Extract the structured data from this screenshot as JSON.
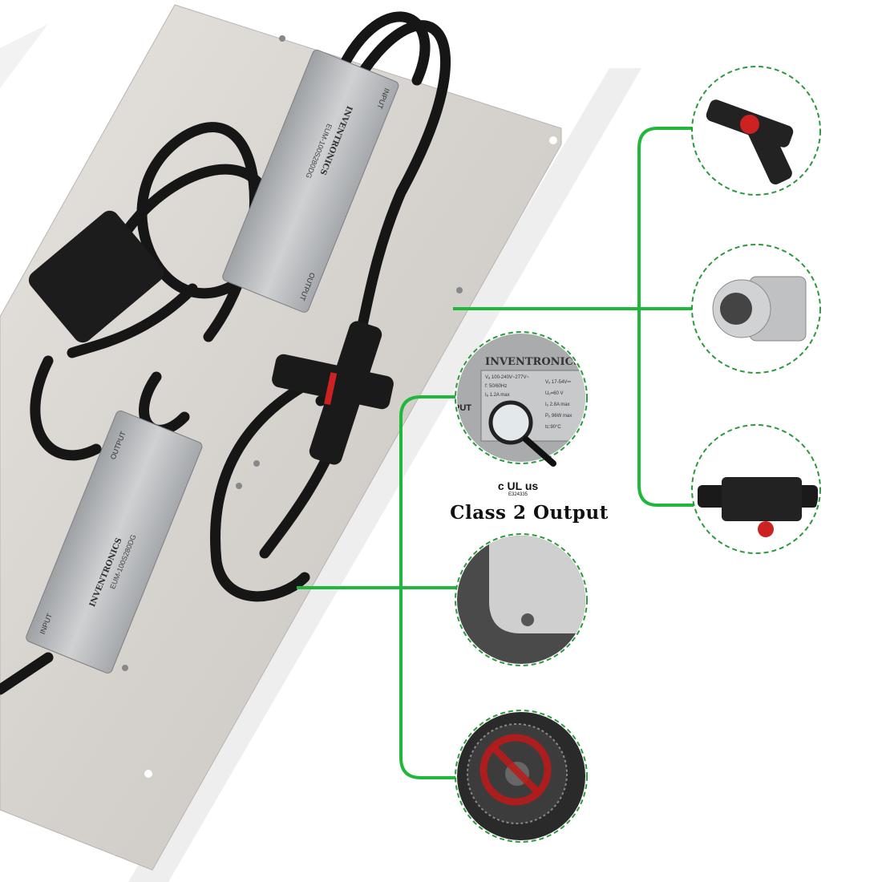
{
  "product": {
    "driver_brand": "INVENTRONICS",
    "driver_model": "EUM-100S280DG",
    "driver_input_label": "INPUT",
    "driver_output_label": "OUTPUT"
  },
  "label_zoom": {
    "brand": "INVENTRONICS®",
    "rows": [
      "Vₐ 100-240V~277V~",
      "f: 50/60Hz",
      "Iₐ 1.2A max",
      "Vₒ 17-54V⎓",
      "Uₒ=60 V",
      "Iₒ 2.8A max",
      "Pₒ 96W max",
      "tc:90°C"
    ],
    "side_label": "PUT"
  },
  "certification": {
    "mark": "c UL us",
    "file_no": "E324335"
  },
  "caption": "Class 2 Output",
  "colors": {
    "connector_line": "#1fb83a",
    "panel": "#d9d6d2",
    "driver": "#b9bcbf",
    "cable": "#151515"
  }
}
